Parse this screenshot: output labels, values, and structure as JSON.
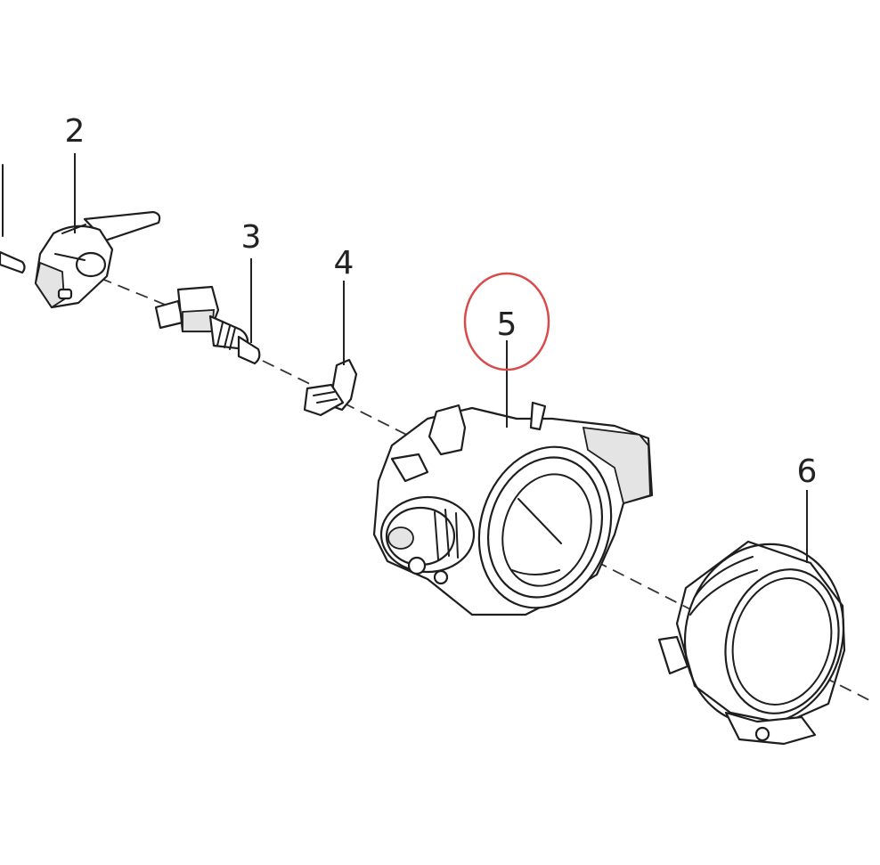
{
  "callouts": [
    {
      "id": "2",
      "label": "2"
    },
    {
      "id": "3",
      "label": "3"
    },
    {
      "id": "4",
      "label": "4"
    },
    {
      "id": "5",
      "label": "5"
    },
    {
      "id": "6",
      "label": "6"
    }
  ],
  "highlight": {
    "target": "5",
    "color": "#d94a4a"
  },
  "colors": {
    "line": "#1e1e1e",
    "background": "#ffffff"
  }
}
